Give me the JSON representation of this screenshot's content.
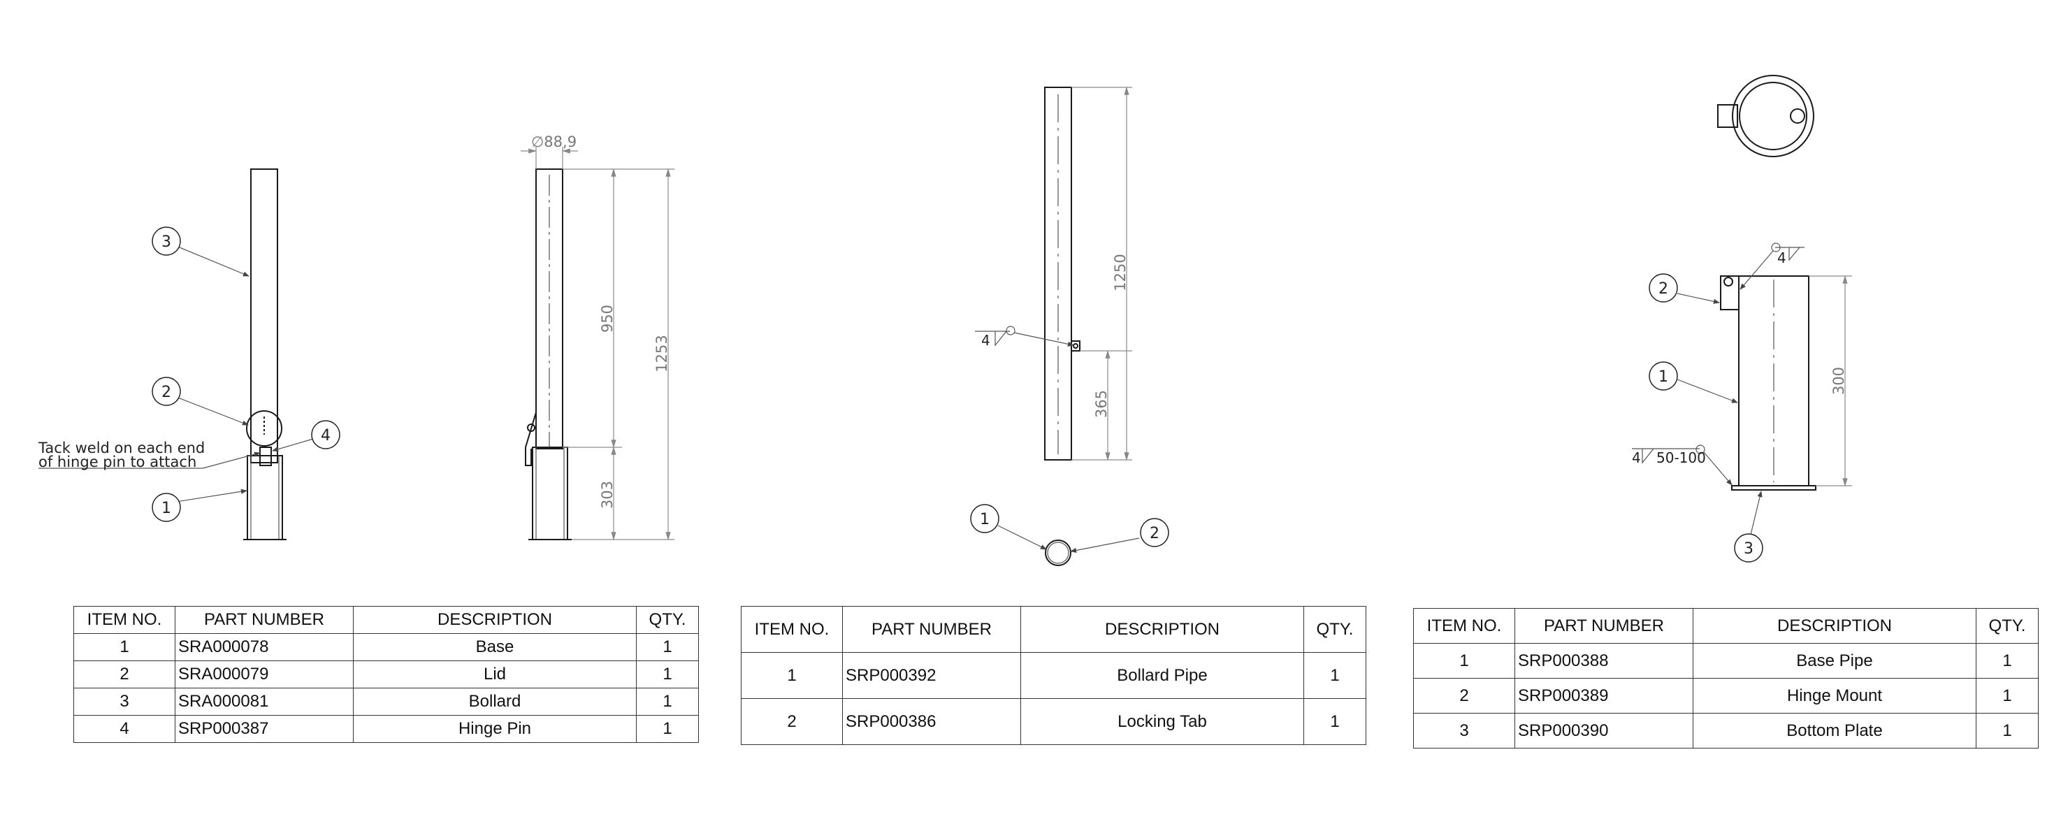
{
  "views": {
    "assembly": {
      "balloons": [
        "3",
        "2",
        "4",
        "1"
      ],
      "note_line1": "Tack weld on each end",
      "note_line2": "of hinge pin to attach"
    },
    "side": {
      "diameter": "∅88,9",
      "dim_950": "950",
      "dim_1253": "1253",
      "dim_303": "303"
    },
    "bollard": {
      "dim_1250": "1250",
      "dim_365": "365",
      "weld": "4",
      "balloons": [
        "1",
        "2"
      ]
    },
    "base": {
      "weld_top": "4",
      "weld_bottom": "4",
      "weld_bottom_pitch": "50-100",
      "dim_300": "300",
      "balloons": [
        "2",
        "1",
        "3"
      ]
    }
  },
  "tables": [
    {
      "headers": [
        "ITEM NO.",
        "PART NUMBER",
        "DESCRIPTION",
        "QTY."
      ],
      "rows": [
        [
          "1",
          "SRA000078",
          "Base",
          "1"
        ],
        [
          "2",
          "SRA000079",
          "Lid",
          "1"
        ],
        [
          "3",
          "SRA000081",
          "Bollard",
          "1"
        ],
        [
          "4",
          "SRP000387",
          "Hinge Pin",
          "1"
        ]
      ]
    },
    {
      "headers": [
        "ITEM NO.",
        "PART NUMBER",
        "DESCRIPTION",
        "QTY."
      ],
      "rows": [
        [
          "1",
          "SRP000392",
          "Bollard Pipe",
          "1"
        ],
        [
          "2",
          "SRP000386",
          "Locking Tab",
          "1"
        ]
      ]
    },
    {
      "headers": [
        "ITEM NO.",
        "PART NUMBER",
        "DESCRIPTION",
        "QTY."
      ],
      "rows": [
        [
          "1",
          "SRP000388",
          "Base Pipe",
          "1"
        ],
        [
          "2",
          "SRP000389",
          "Hinge Mount",
          "1"
        ],
        [
          "3",
          "SRP000390",
          "Bottom Plate",
          "1"
        ]
      ]
    }
  ]
}
